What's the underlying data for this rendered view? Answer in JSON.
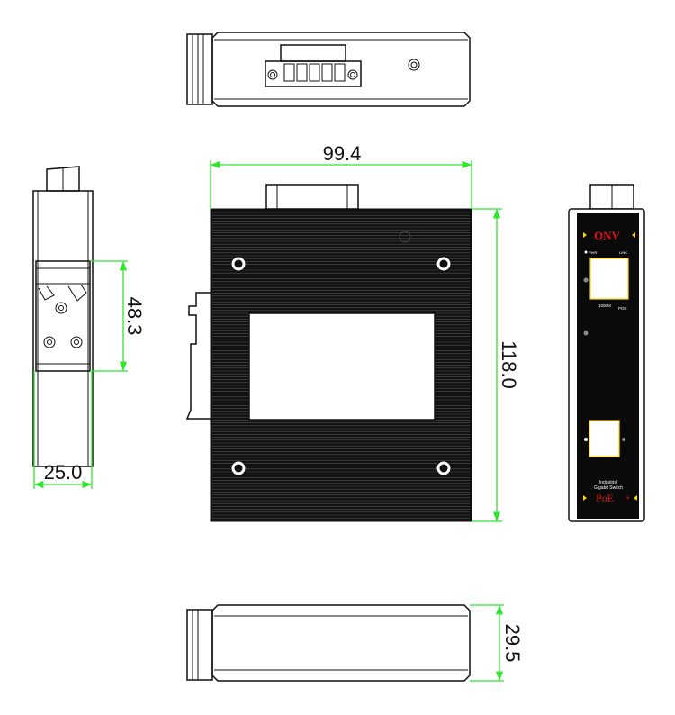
{
  "dimensions": {
    "width": "99.4",
    "height": "118.0",
    "din_rail": "48.3",
    "side_width": "25.0",
    "depth": "29.5"
  },
  "front_panel": {
    "brand": "ONV",
    "pwr_label": "PWR",
    "link_label": "LINK",
    "speed_label": "1000M",
    "poe_port_label": "POE",
    "product_line1": "Industrial",
    "product_line2": "Gigabit Switch",
    "poe_badge": "PoE",
    "poe_plus": "+"
  },
  "colors": {
    "dimension_line": "#2ee62e",
    "brand_red": "#e01010",
    "accent_yellow": "#ffd200"
  }
}
